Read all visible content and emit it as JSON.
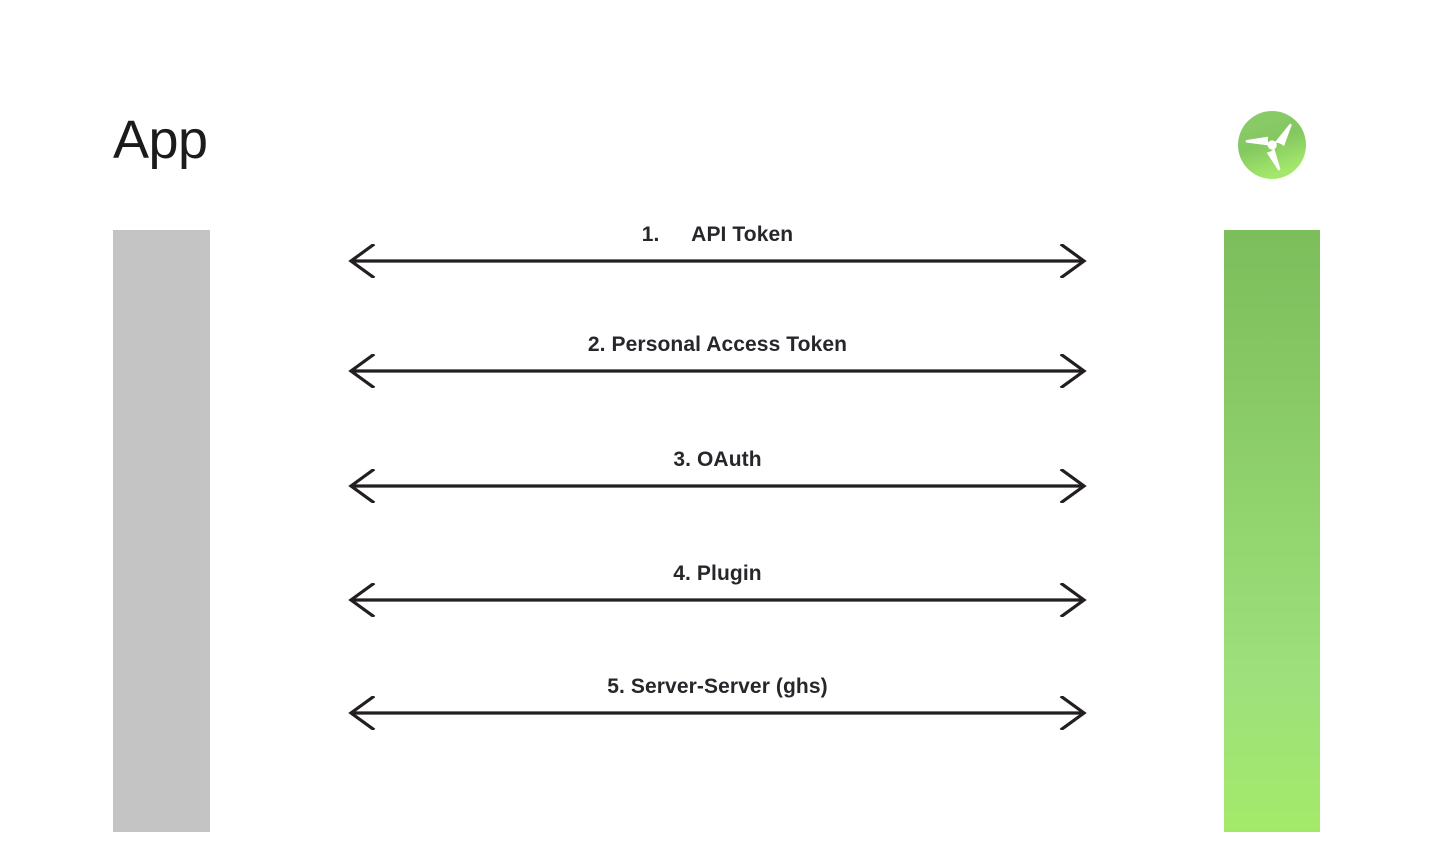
{
  "slide": {
    "title": "App",
    "background_color": "#ffffff"
  },
  "lifelines": [
    {
      "name": "app",
      "label": "App",
      "color": "#c4c4c4",
      "type": "solid"
    },
    {
      "name": "service",
      "color_top": "#7cbe5b",
      "color_bottom": "#a4ea6a",
      "type": "gradient"
    }
  ],
  "logo": {
    "icon": "propeller-icon",
    "circle_color_top": "#7cc45e",
    "circle_color_bottom": "#a4ea6a",
    "blade_color": "#ffffff"
  },
  "messages": [
    {
      "number": "1.",
      "text": "API Token",
      "label": "1.  API Token",
      "direction": "bidirectional"
    },
    {
      "number": "2.",
      "text": "Personal Access Token",
      "label": "2. Personal Access Token",
      "direction": "bidirectional"
    },
    {
      "number": "3.",
      "text": "OAuth",
      "label": "3. OAuth",
      "direction": "bidirectional"
    },
    {
      "number": "4.",
      "text": "Plugin",
      "label": "4. Plugin",
      "direction": "bidirectional"
    },
    {
      "number": "5.",
      "text": "Server-Server (ghs)",
      "label": "5. Server-Server (ghs)",
      "direction": "bidirectional"
    }
  ],
  "arrow": {
    "stroke_color": "#231f20",
    "stroke_width": 3
  }
}
